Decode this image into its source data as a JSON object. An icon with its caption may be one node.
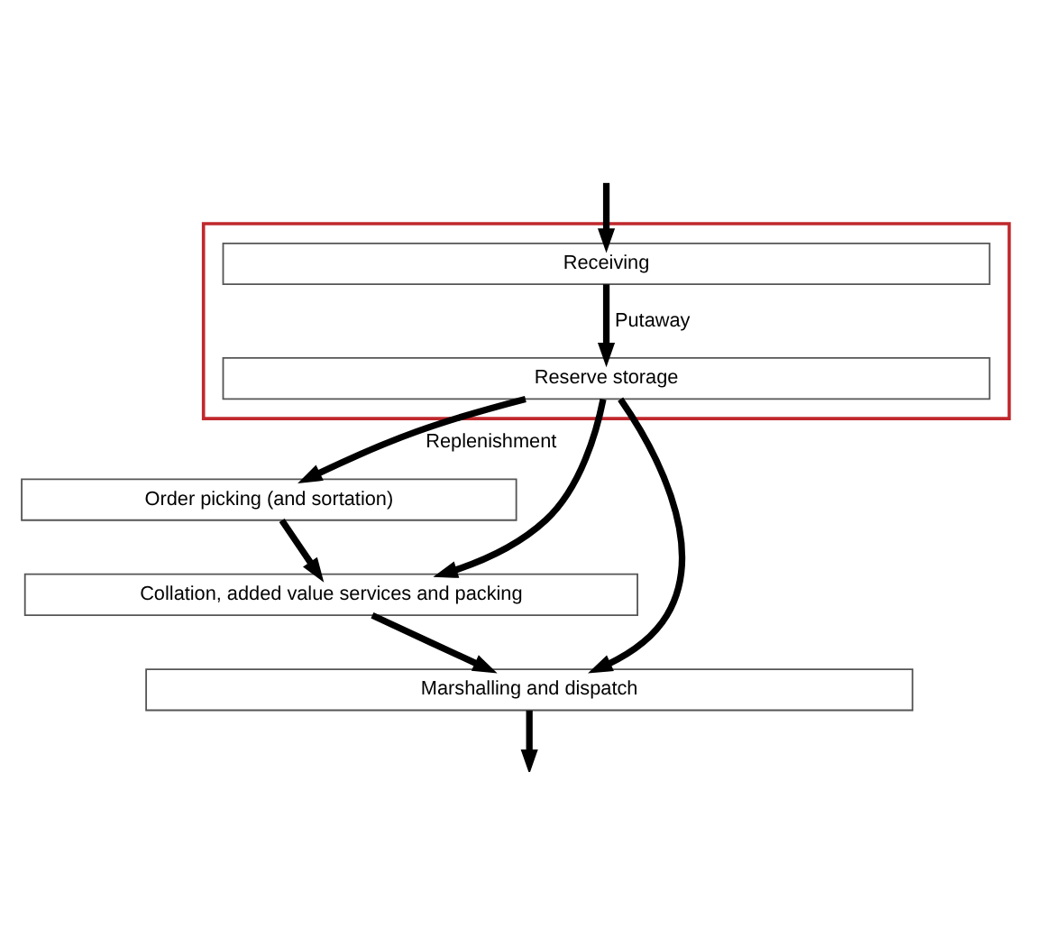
{
  "diagram": {
    "nodes": [
      {
        "text": [],
        "shape": "box"
      },
      {
        "text": [
          "Receiving"
        ],
        "in": 0
      },
      {
        "text": [
          "Reserve storage"
        ],
        "in": 0
      },
      {
        "text": [
          "Order picking (and sortation)"
        ]
      },
      {
        "text": [
          "Collation, added value services and packing"
        ]
      },
      {
        "text": [
          "Marshalling and dispatch"
        ]
      }
    ],
    "edges": [
      {
        "from": null,
        "to": 1,
        "arrow": "to"
      },
      {
        "from": 1,
        "to": 2,
        "arrow": "to",
        "label": "Putaway"
      },
      {
        "from": 2,
        "to": 3,
        "arrow": "to",
        "label": "Replenishment"
      },
      {
        "from": 2,
        "to": 4,
        "arrow": "to"
      },
      {
        "from": 2,
        "to": 5,
        "arrow": "to"
      },
      {
        "from": 3,
        "to": 4,
        "arrow": "to"
      },
      {
        "from": 4,
        "to": 5,
        "arrow": "to"
      },
      {
        "from": 5,
        "to": null,
        "arrow": "to"
      }
    ]
  }
}
